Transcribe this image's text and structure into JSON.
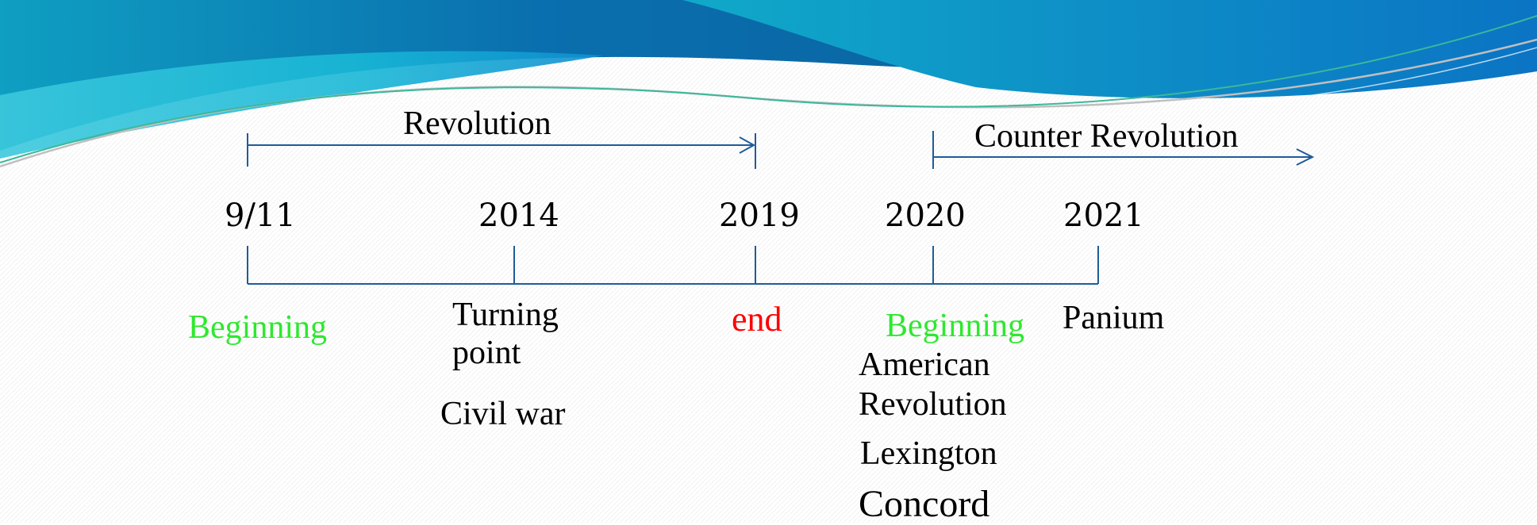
{
  "colors": {
    "line": "#1f5c99",
    "green": "#2ee82e",
    "red": "#ff0000",
    "text": "#000000",
    "banner_dark": "#0a5f9e",
    "banner_light": "#19c3d8"
  },
  "spans": {
    "revolution": "Revolution",
    "counter_revolution": "Counter Revolution"
  },
  "timeline": {
    "y_9_11": "9/11",
    "y_2014": "2014",
    "y_2019": "2019",
    "y_2020": "2020",
    "y_2021": "2021"
  },
  "annotations": {
    "beginning_1": "Beginning",
    "turning_point_1": "Turning",
    "turning_point_2": "point",
    "civil_war": "Civil war",
    "end": "end",
    "beginning_2": "Beginning",
    "american": "American",
    "revolution": "Revolution",
    "lexington": "Lexington",
    "concord": "Concord",
    "panium": "Panium"
  }
}
